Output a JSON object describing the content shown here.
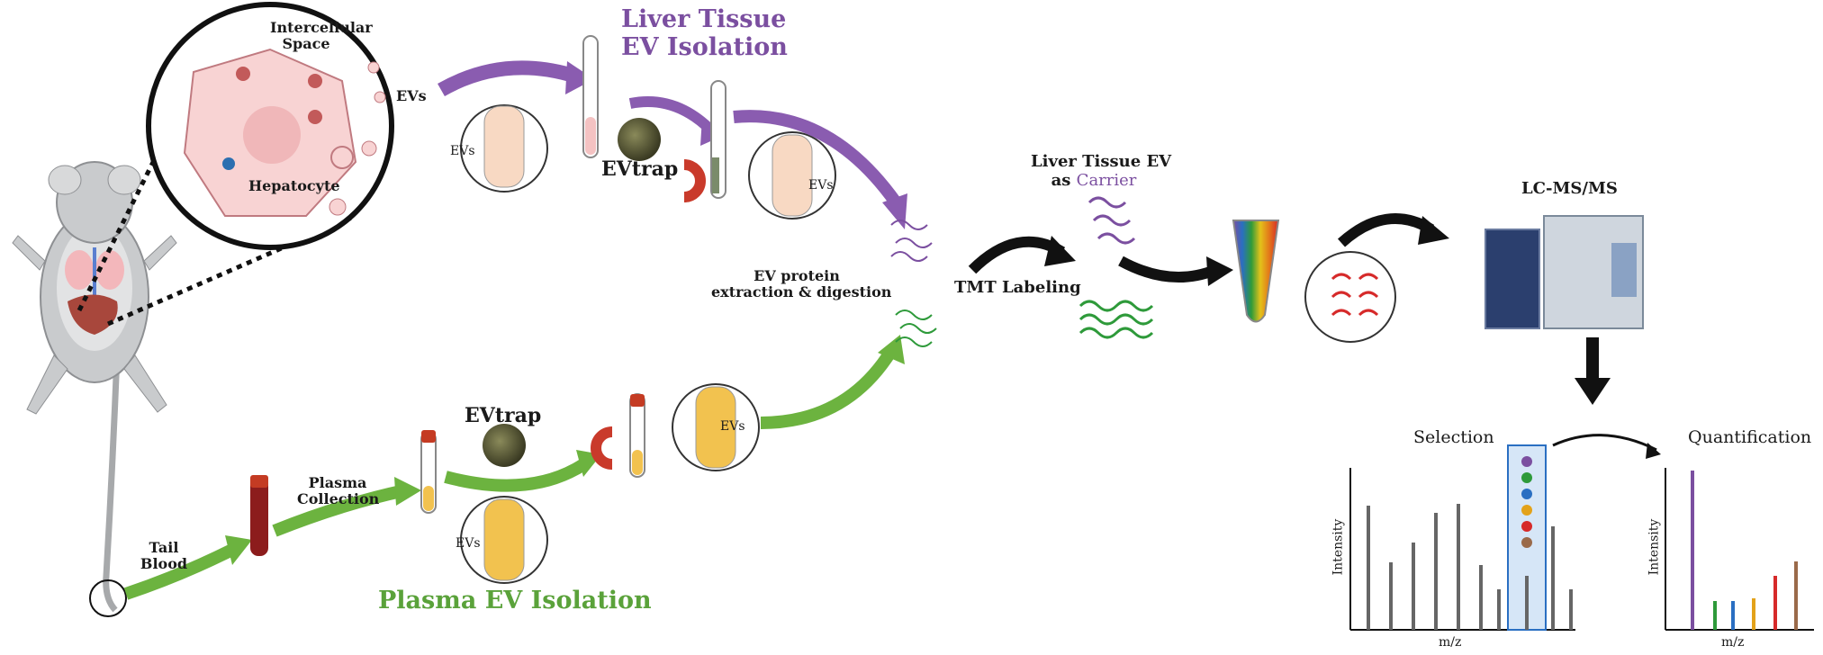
{
  "liver_isolation": {
    "line1": "Liver Tissue",
    "line2": "EV Isolation"
  },
  "zoom": {
    "intercellular_line1": "Intercellular",
    "intercellular_line2": "Space",
    "evs": "EVs",
    "hepatocyte": "Hepatocyte"
  },
  "liver_branch": {
    "evs_tube": "EVs",
    "evtrap": "EVtrap",
    "evs_magnet": "EVs"
  },
  "digestion": {
    "line1": "EV protein",
    "line2": "extraction & digestion"
  },
  "tmt": {
    "label": "TMT Labeling"
  },
  "carrier": {
    "line1": "Liver Tissue EV",
    "line2_prefix": "as ",
    "line2_highlight": "Carrier"
  },
  "lcms": {
    "label": "LC-MS/MS"
  },
  "blood": {
    "tail_line1": "Tail",
    "tail_line2": "Blood",
    "plasma_line1": "Plasma",
    "plasma_line2": "Collection"
  },
  "plasma_branch": {
    "evtrap": "EVtrap",
    "evs_magnet": "EVs",
    "evs_tube": "EVs"
  },
  "plasma_isolation": {
    "label": "Plasma EV Isolation"
  },
  "spectra": {
    "selection_title": "Selection",
    "quant_title": "Quantification",
    "selection_ylabel": "Intensity",
    "selection_xlabel": "m/z",
    "quant_ylabel": "Intensity",
    "quant_xlabel": "m/z"
  },
  "colors": {
    "purple_arrow": "#8a5cb0",
    "green_arrow": "#6cb33f",
    "black_arrow": "#111111",
    "plasma": "#f2c24f",
    "blood": "#8c1c1c",
    "tag_colors": [
      "#7b4fa0",
      "#2e9a3a",
      "#2a6fc2",
      "#e3a21a",
      "#d62a2a",
      "#9a6a4a"
    ]
  }
}
